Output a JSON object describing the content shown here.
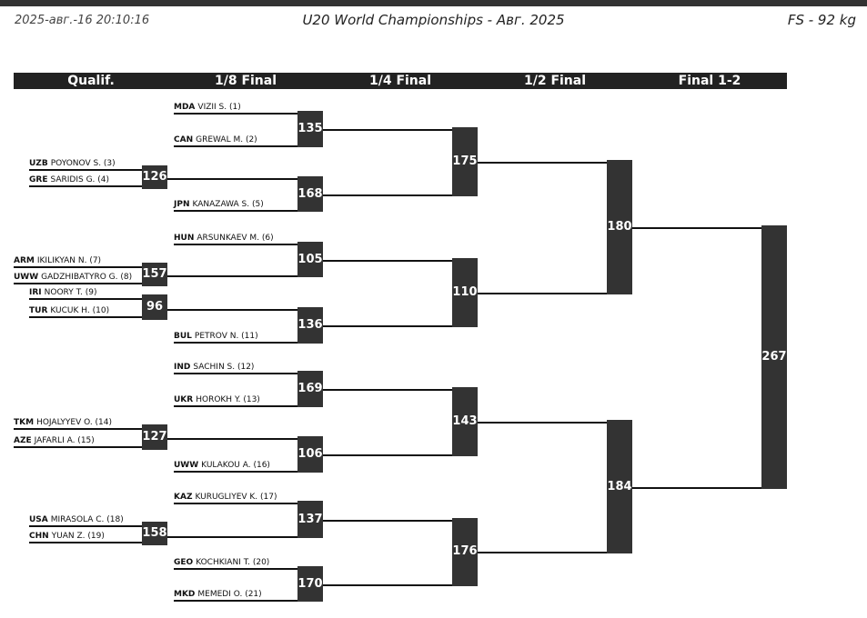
{
  "header": {
    "date": "2025-авг.-16 20:10:16",
    "title": "U20 World Championships - Авг. 2025",
    "category": "FS - 92 kg"
  },
  "rounds": [
    "Qualif.",
    "1/8 Final",
    "1/4 Final",
    "1/2 Final",
    "Final 1-2"
  ],
  "athletes": [
    {
      "country": "MDA",
      "name": "VIZII S. (1)"
    },
    {
      "country": "CAN",
      "name": "GREWAL M. (2)"
    },
    {
      "country": "UZB",
      "name": "POYONOV S. (3)"
    },
    {
      "country": "GRE",
      "name": "SARIDIS G. (4)"
    },
    {
      "country": "JPN",
      "name": "KANAZAWA S. (5)"
    },
    {
      "country": "HUN",
      "name": "ARSUNKAEV M. (6)"
    },
    {
      "country": "ARM",
      "name": "IKILIKYAN N. (7)"
    },
    {
      "country": "UWW",
      "name": "GADZHIBATYRO G. (8)"
    },
    {
      "country": "IRI",
      "name": "NOORY T. (9)"
    },
    {
      "country": "TUR",
      "name": "KUCUK H. (10)"
    },
    {
      "country": "BUL",
      "name": "PETROV N. (11)"
    },
    {
      "country": "IND",
      "name": "SACHIN S. (12)"
    },
    {
      "country": "UKR",
      "name": "HOROKH Y. (13)"
    },
    {
      "country": "TKM",
      "name": "HOJALYYEV O. (14)"
    },
    {
      "country": "AZE",
      "name": "JAFARLI A. (15)"
    },
    {
      "country": "UWW",
      "name": "KULAKOU A. (16)"
    },
    {
      "country": "KAZ",
      "name": "KURUGLIYEV K. (17)"
    },
    {
      "country": "USA",
      "name": "MIRASOLA C. (18)"
    },
    {
      "country": "CHN",
      "name": "YUAN Z. (19)"
    },
    {
      "country": "GEO",
      "name": "KOCHKIANI T. (20)"
    },
    {
      "country": "MKD",
      "name": "MEMEDI O. (21)"
    }
  ],
  "bouts": {
    "qualif": [
      "126",
      "157",
      "96",
      "127",
      "158"
    ],
    "eighth": [
      "135",
      "168",
      "105",
      "136",
      "169",
      "106",
      "137",
      "170"
    ],
    "quarter": [
      "175",
      "110",
      "143",
      "176"
    ],
    "semi": [
      "180",
      "184"
    ],
    "final": [
      "267"
    ]
  }
}
